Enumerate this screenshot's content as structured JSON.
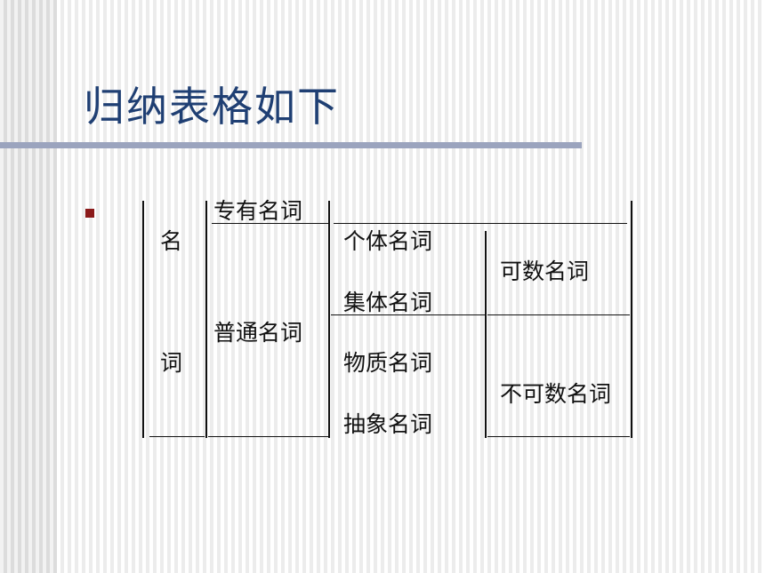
{
  "slide": {
    "title": "归纳表格如下"
  },
  "table": {
    "col1_top": "名",
    "col1_bottom": "词",
    "proper_noun": "专有名词",
    "common_noun": "普通名词",
    "individual_noun": "个体名词",
    "collective_noun": "集体名词",
    "material_noun": "物质名词",
    "abstract_noun": "抽象名词",
    "countable_noun": "可数名词",
    "uncountable_noun": "不可数名词"
  },
  "colors": {
    "title": "#1f3f73",
    "title_rule": "#9ba4be",
    "bullet": "#8b1a1a"
  }
}
